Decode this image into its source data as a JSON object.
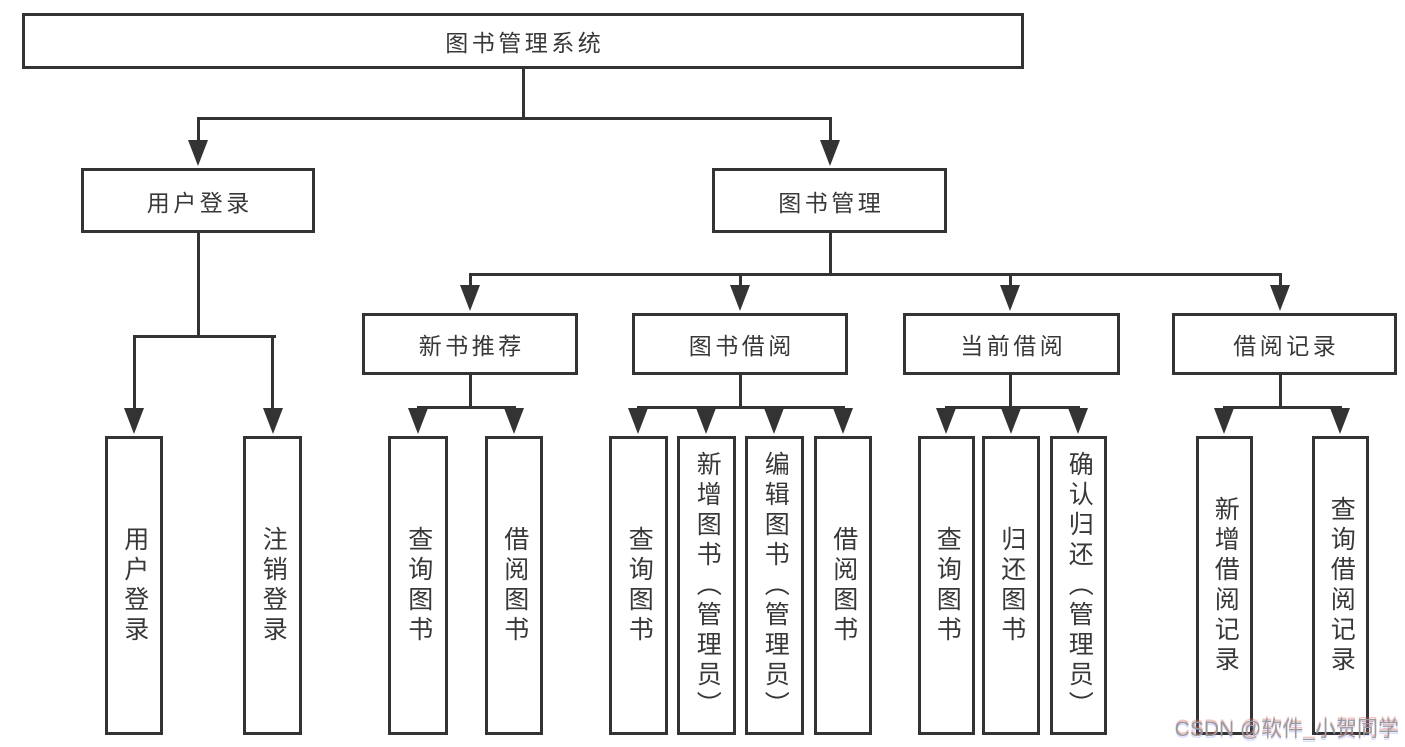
{
  "diagram": {
    "title": "图书管理系统",
    "nodes": {
      "root": "图书管理系统",
      "l2": [
        "用户登录",
        "图书管理"
      ],
      "l3": [
        "新书推荐",
        "图书借阅",
        "当前借阅",
        "借阅记录"
      ],
      "leaves": [
        "用户登录",
        "注销登录",
        "查询图书",
        "借阅图书",
        "查询图书",
        "新增图书（管理员）",
        "编辑图书（管理员）",
        "借阅图书",
        "查询图书",
        "归还图书",
        "确认归还（管理员）",
        "新增借阅记录",
        "查询借阅记录"
      ]
    }
  },
  "watermark": "CSDN @软件_小贺同学",
  "colors": {
    "line": "#333333",
    "border": "#333333",
    "text": "#383838",
    "background": "#ffffff",
    "watermark": "#9b9b9b"
  }
}
